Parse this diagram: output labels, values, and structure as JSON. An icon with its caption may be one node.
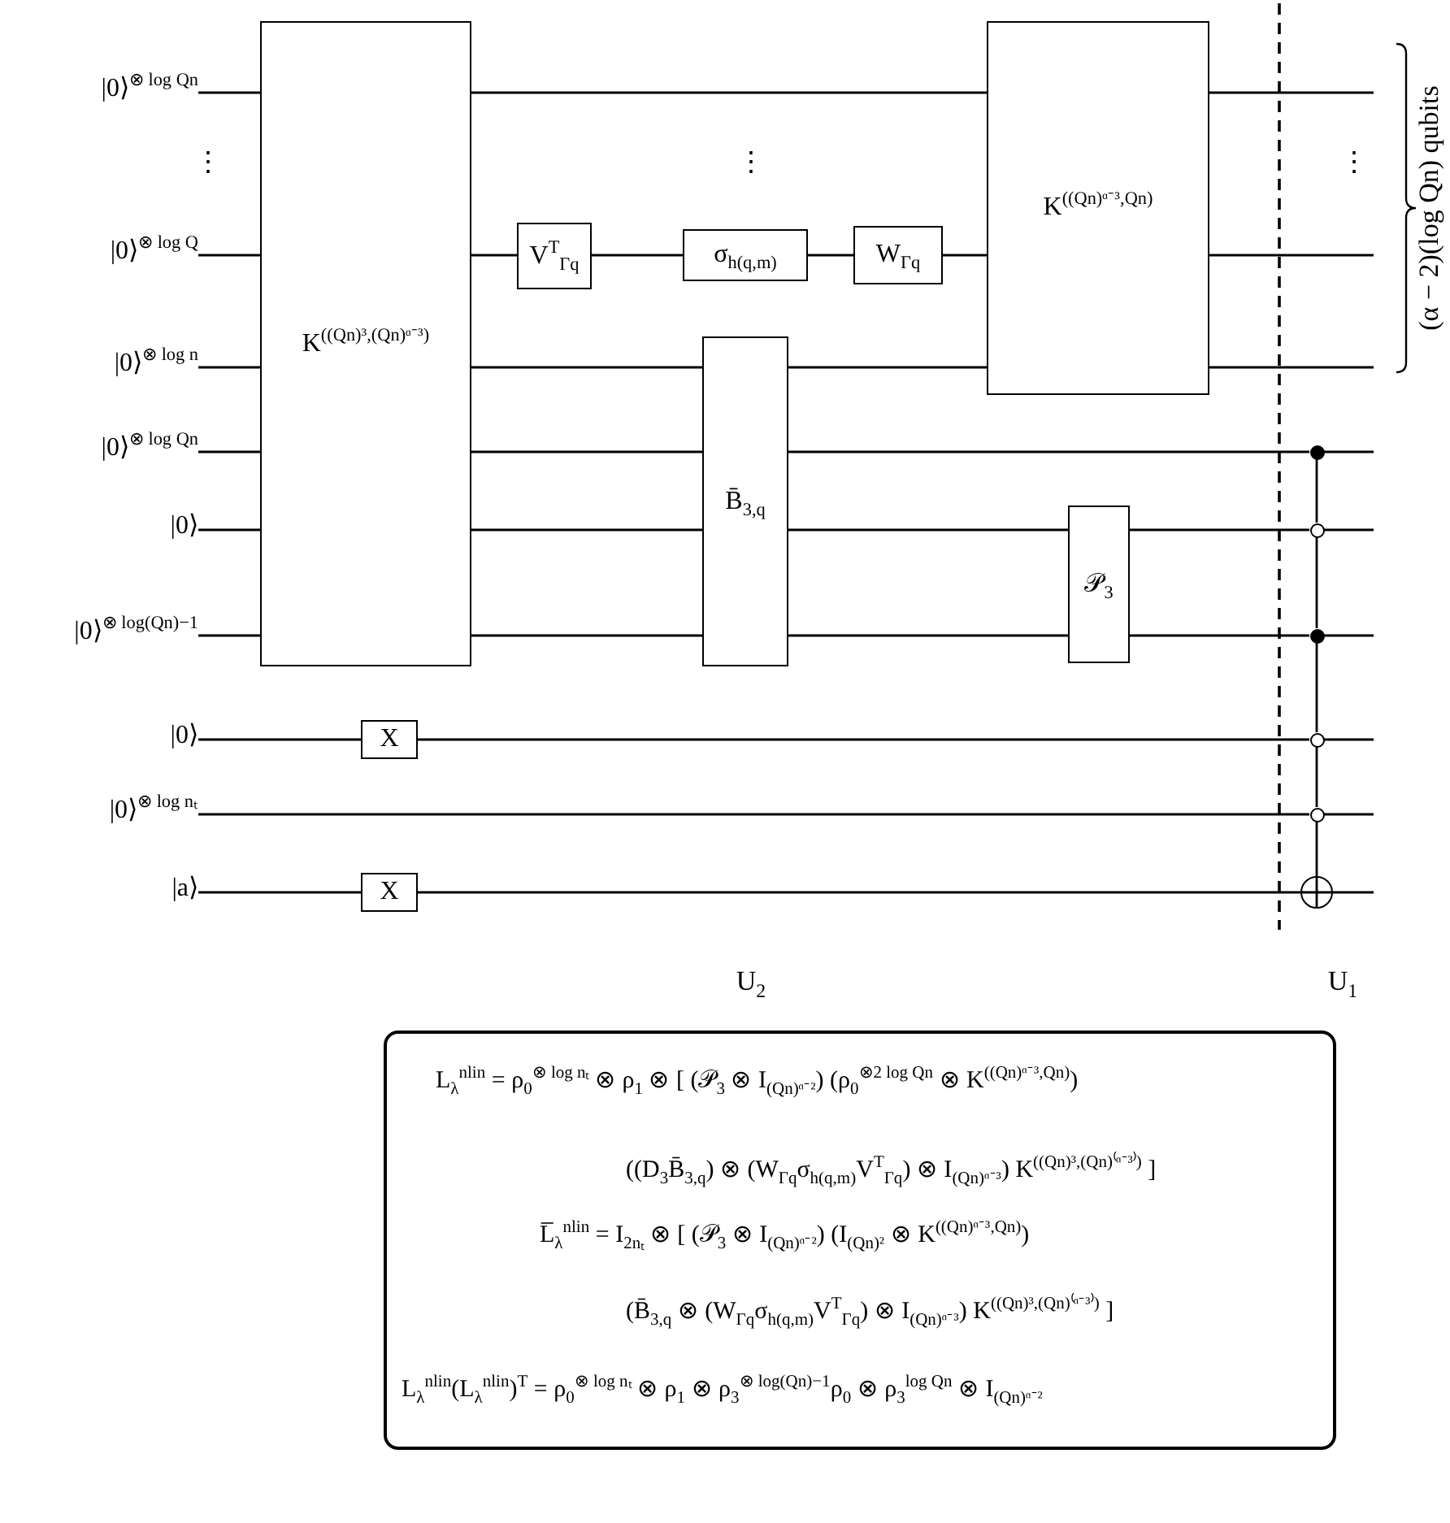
{
  "diagram": {
    "nodes": [
      {
        "text": [
          "|0⟩$^{⊗ log Qn}$"
        ]
      },
      {
        "text": [
          "|0⟩$^{⊗ log Q}$"
        ]
      },
      {
        "text": [
          "|0⟩$^{⊗ log n}$"
        ]
      },
      {
        "text": [
          "|0⟩$^{⊗ log Qn}$"
        ]
      },
      {
        "text": [
          "|0⟩"
        ]
      },
      {
        "text": [
          "|0⟩$^{⊗ log(Qn)−1}$"
        ]
      },
      {
        "text": [
          "|0⟩"
        ]
      },
      {
        "text": [
          "|0⟩$^{⊗ log nₜ}$"
        ]
      },
      {
        "text": [
          "|a⟩"
        ]
      },
      {
        "text": [
          "K$^{((Qn)³,(Qn)ᵅ⁻³)}$"
        ]
      },
      {
        "text": [
          "V$^{T}$$_{Γq}$"
        ]
      },
      {
        "text": [
          "σ$_{h(q,m)}$"
        ]
      },
      {
        "text": [
          "W$_{Γq}$"
        ]
      },
      {
        "text": [
          "B̄$_{3,q}$"
        ]
      },
      {
        "text": [
          "K$^{((Qn)ᵅ⁻³,Qn)}$"
        ]
      },
      {
        "text": [
          "𝒫$_{3}$"
        ]
      },
      {
        "text": [
          "X"
        ]
      },
      {
        "text": [
          "X"
        ]
      },
      {
        "text": [],
        "shape": "dot"
      },
      {
        "text": [],
        "shape": "circle"
      },
      {
        "text": [],
        "shape": "dot"
      },
      {
        "text": [],
        "shape": "circle"
      },
      {
        "text": [],
        "shape": "circle"
      },
      {
        "text": [],
        "shape": "target"
      },
      {
        "text": [
          "L$_{λ}$$^{nlin}$ = ρ$_{0}$$^{⊗ log nₜ}$ ⊗ ρ$_{1}$ ⊗ [ (𝒫$_{3}$ ⊗ I$_{(Qn)ᵅ⁻²}$) (ρ$_{0}$$^{⊗2 log Qn}$ ⊗ K$^{((Qn)ᵅ⁻³,Qn)}$)",
          "((D$_{3}$B̄$_{3,q}$) ⊗ (W$_{Γq}$σ$_{h(q,m)}$V$^{T}$$_{Γq}$) ⊗ I$_{(Qn)ᵅ⁻³}$) K$^{((Qn)³,(Qn)⁽ᵅ⁻³⁾)}$ ]",
          "L̅$_{λ}$$^{nlin}$ = I$_{2nₜ}$ ⊗ [ (𝒫$_{3}$ ⊗ I$_{(Qn)ᵅ⁻²}$) (I$_{(Qn)²}$ ⊗ K$^{((Qn)ᵅ⁻³,Qn)}$)",
          "(B̄$_{3,q}$ ⊗ (W$_{Γq}$σ$_{h(q,m)}$V$^{T}$$_{Γq}$) ⊗ I$_{(Qn)ᵅ⁻³}$) K$^{((Qn)³,(Qn)⁽ᵅ⁻³⁾)}$ ]",
          "L$_{λ}$$^{nlin}$(L$_{λ}$$^{nlin}$)$^{T}$ = ρ$_{0}$$^{⊗ log nₜ}$ ⊗ ρ$_{1}$ ⊗ ρ$_{3}$$^{⊗ log(Qn)−1}$ρ$_{0}$ ⊗ ρ$_{3}$$^{log Qn}$ ⊗ I$_{(Qn)ᵅ⁻²}$"
        ]
      }
    ],
    "edges": [
      {
        "from": 0,
        "to": 9,
        "arrow": "none"
      },
      {
        "from": 9,
        "to": 14,
        "arrow": "none"
      },
      {
        "from": 14,
        "to": null,
        "arrow": "none"
      },
      {
        "from": 1,
        "to": 9,
        "arrow": "none"
      },
      {
        "from": 9,
        "to": 10,
        "arrow": "none"
      },
      {
        "from": 10,
        "to": 11,
        "arrow": "none"
      },
      {
        "from": 11,
        "to": 12,
        "arrow": "none"
      },
      {
        "from": 12,
        "to": 14,
        "arrow": "none"
      },
      {
        "from": 14,
        "to": null,
        "arrow": "none"
      },
      {
        "from": 2,
        "to": 9,
        "arrow": "none"
      },
      {
        "from": 9,
        "to": 13,
        "arrow": "none"
      },
      {
        "from": 13,
        "to": 14,
        "arrow": "none"
      },
      {
        "from": 14,
        "to": null,
        "arrow": "none"
      },
      {
        "from": 3,
        "to": 9,
        "arrow": "none"
      },
      {
        "from": 9,
        "to": 13,
        "arrow": "none"
      },
      {
        "from": 13,
        "to": 18,
        "arrow": "none"
      },
      {
        "from": 18,
        "to": null,
        "arrow": "none"
      },
      {
        "from": 4,
        "to": 9,
        "arrow": "none"
      },
      {
        "from": 9,
        "to": 13,
        "arrow": "none"
      },
      {
        "from": 13,
        "to": 15,
        "arrow": "none"
      },
      {
        "from": 15,
        "to": 19,
        "arrow": "none"
      },
      {
        "from": 19,
        "to": null,
        "arrow": "none"
      },
      {
        "from": 5,
        "to": 9,
        "arrow": "none"
      },
      {
        "from": 9,
        "to": 13,
        "arrow": "none"
      },
      {
        "from": 13,
        "to": 15,
        "arrow": "none"
      },
      {
        "from": 15,
        "to": 20,
        "arrow": "none"
      },
      {
        "from": 20,
        "to": null,
        "arrow": "none"
      },
      {
        "from": 6,
        "to": 16,
        "arrow": "none"
      },
      {
        "from": 16,
        "to": 21,
        "arrow": "none"
      },
      {
        "from": 21,
        "to": null,
        "arrow": "none"
      },
      {
        "from": 7,
        "to": 22,
        "arrow": "none"
      },
      {
        "from": 22,
        "to": null,
        "arrow": "none"
      },
      {
        "from": 8,
        "to": 17,
        "arrow": "none"
      },
      {
        "from": 17,
        "to": 23,
        "arrow": "none"
      },
      {
        "from": 23,
        "to": null,
        "arrow": "none"
      },
      {
        "from": 18,
        "to": 19,
        "arrow": "none"
      },
      {
        "from": 19,
        "to": 20,
        "arrow": "none"
      },
      {
        "from": 20,
        "to": 21,
        "arrow": "none"
      },
      {
        "from": 21,
        "to": 22,
        "arrow": "none"
      },
      {
        "from": 22,
        "to": 23,
        "arrow": "none"
      }
    ],
    "labels": [
      "⋮",
      "⋮",
      "⋮",
      "(α − 2)(log Qn) qubits",
      "U$_{2}$",
      "U$_{1}$"
    ]
  }
}
